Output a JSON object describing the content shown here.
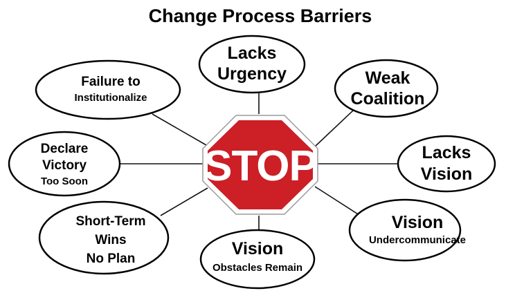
{
  "title": "Change Process Barriers",
  "center": {
    "label": "STOP"
  },
  "colors": {
    "stop_red": "#cc1f26",
    "stop_border": "#ffffff",
    "outline": "#000000"
  },
  "barriers": {
    "lacks_urgency": {
      "line1": "Lacks",
      "line2": "Urgency"
    },
    "weak_coalition": {
      "line1": "Weak",
      "line2": "Coalition"
    },
    "lacks_vision": {
      "line1": "Lacks",
      "line2": "Vision"
    },
    "vision_undercommunicate": {
      "line1": "Vision",
      "line2": "Undercommunicate"
    },
    "vision_obstacles": {
      "line1": "Vision",
      "line2": "Obstacles Remain"
    },
    "short_term_wins": {
      "line1": "Short-Term",
      "line2": "Wins",
      "line3": "No Plan"
    },
    "declare_victory": {
      "line1": "Declare",
      "line2": "Victory",
      "line3": "Too Soon"
    },
    "failure_to_institutionalize": {
      "line1": "Failure to",
      "line2": "Institutionalize"
    }
  }
}
